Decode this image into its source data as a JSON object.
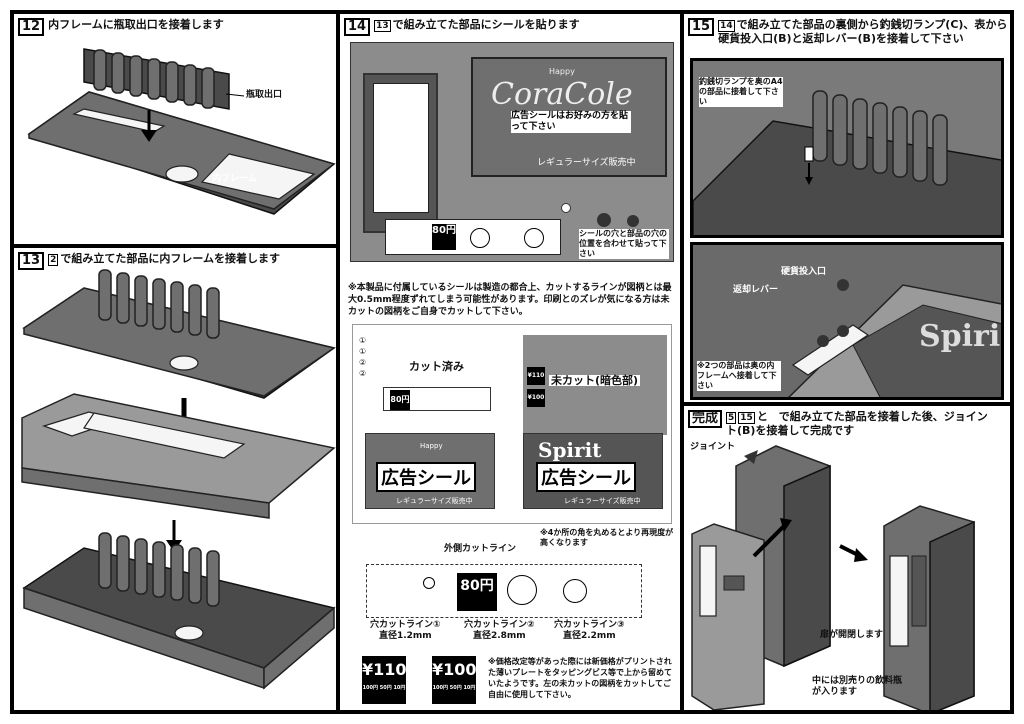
{
  "steps": {
    "s12": {
      "num": "12",
      "title": "内フレームに瓶取出口を接着します",
      "label_outlet": "瓶取出口",
      "label_frame": "内フレーム"
    },
    "s13": {
      "num": "13",
      "ref": "2",
      "title": "で組み立てた部品に内フレームを接着します"
    },
    "s14": {
      "num": "14",
      "ref": "13",
      "title": "で組み立てた部品にシールを貼ります",
      "ad_logo_small": "Happy",
      "ad_logo": "CoraCole",
      "ad_note": "広告シールはお好みの方を貼って下さい",
      "ad_banner": "レギュラーサイズ販売中",
      "hole_note": "シールの穴と部品の穴の位置を合わせて貼って下さい",
      "warning": "※本製品に付属しているシールは製造の都合上、カットするラインが図柄とは最大0.5mm程度ずれてしまう可能性があります。印刷とのズレが気になる方は未カットの図柄をご自身でカットして下さい。",
      "cut_done": "カット済み",
      "uncut": "未カット(暗色部)",
      "circled": [
        "①",
        "①",
        "②",
        "②"
      ],
      "ad_sticker": "広告シール",
      "spirit_logo": "Spirit",
      "corner_note": "※4か所の角を丸めるとより再現度が高くなります",
      "outer_cut": "外側カットライン",
      "hole1": "穴カットライン①",
      "hole1_d": "直径1.2mm",
      "hole2": "穴カットライン②",
      "hole2_d": "直径2.8mm",
      "hole3": "穴カットライン③",
      "hole3_d": "直径2.2mm",
      "price80": "80円",
      "price_sub": "100円 50円 10円",
      "price110": "¥110",
      "price100": "¥100",
      "price_note": "※価格改定等があった際には新価格がプリントされた薄いプレートをタッピングビス等で上から留めていたようです。左の未カットの図柄をカットしてご自由に使用して下さい。"
    },
    "s15": {
      "num": "15",
      "ref": "14",
      "title": "で組み立てた部品の裏側から釣銭切ランプ(C)、表から硬貨投入口(B)と返却レバー(B)を接着して下さい",
      "lamp_note": "釣銭切ランプを奥のA4の部品に接着して下さい",
      "coin_slot": "硬貨投入口",
      "return_lever": "返却レバー",
      "parts_note": "※2つの部品は奥の内フレームへ接着して下さい"
    },
    "done": {
      "num": "完成",
      "ref1": "5",
      "ref2": "15",
      "title": "と　で組み立てた部品を接着した後、ジョイント(B)を接着して完成です",
      "joint": "ジョイント",
      "door_note": "扉が開閉します",
      "bottle_note": "中には別売りの飲料瓶が入ります"
    }
  }
}
